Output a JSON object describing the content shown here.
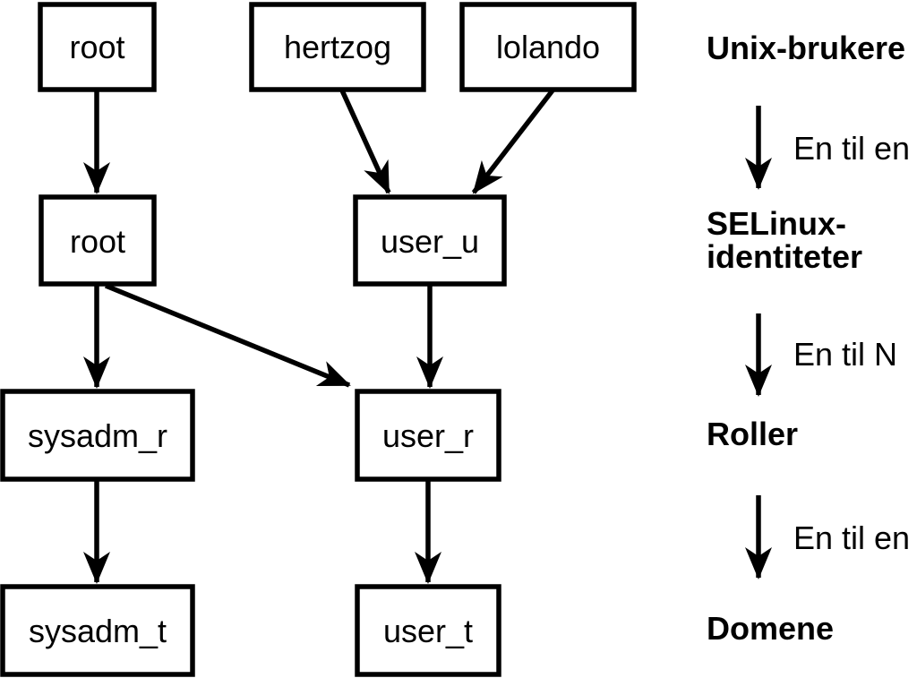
{
  "diagram": {
    "nodes": {
      "unix_root": "root",
      "unix_hertzog": "hertzog",
      "unix_lolando": "lolando",
      "selinux_root": "root",
      "selinux_user_u": "user_u",
      "role_sysadm_r": "sysadm_r",
      "role_user_r": "user_r",
      "domain_sysadm_t": "sysadm_t",
      "domain_user_t": "user_t"
    },
    "edges": [
      {
        "from": "unix_root",
        "to": "selinux_root"
      },
      {
        "from": "unix_hertzog",
        "to": "selinux_user_u"
      },
      {
        "from": "unix_lolando",
        "to": "selinux_user_u"
      },
      {
        "from": "selinux_root",
        "to": "role_sysadm_r"
      },
      {
        "from": "selinux_root",
        "to": "role_user_r"
      },
      {
        "from": "selinux_user_u",
        "to": "role_user_r"
      },
      {
        "from": "role_sysadm_r",
        "to": "domain_sysadm_t"
      },
      {
        "from": "role_user_r",
        "to": "domain_user_t"
      }
    ],
    "legend": {
      "level1": "Unix-brukere",
      "mapping1": "En til en",
      "level2_line1": "SELinux-",
      "level2_line2": "identiteter",
      "mapping2": "En til N",
      "level3": "Roller",
      "mapping3": "En til en",
      "level4": "Domene"
    },
    "colors": {
      "foreground": "#000000",
      "background": "#ffffff"
    }
  }
}
